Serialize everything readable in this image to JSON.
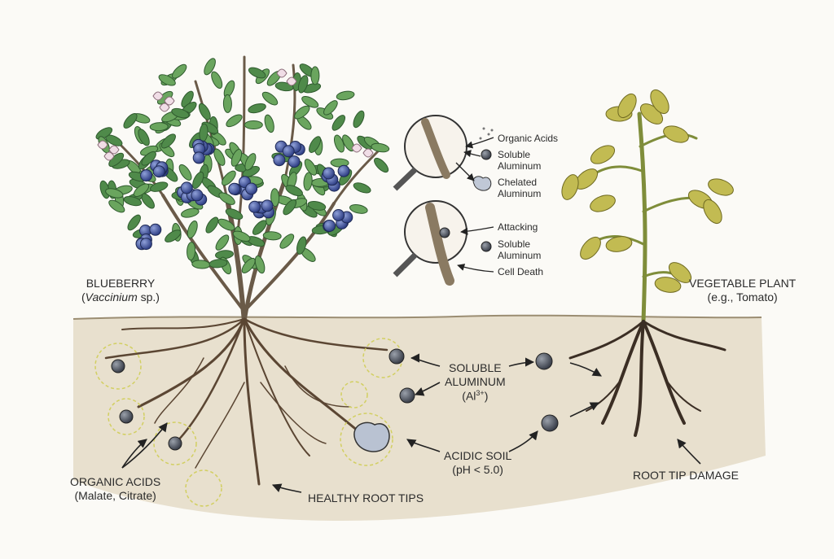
{
  "labels": {
    "blueberry_title": "BLUEBERRY",
    "blueberry_species_italic": "Vaccinium",
    "blueberry_species_suffix": " sp.)",
    "blueberry_species_prefix": "(",
    "vegetable_title": "VEGETABLE PLANT",
    "vegetable_example": "(e.g., Tomato)",
    "soluble_aluminum": "SOLUBLE",
    "soluble_aluminum_2": "ALUMINUM",
    "aluminum_ion_base": "(Al",
    "aluminum_ion_sup": "3+",
    "aluminum_ion_close": ")",
    "acidic_soil": "ACIDIC SOIL",
    "acidic_soil_ph": "(pH < 5.0)",
    "organic_acids": "ORGANIC ACIDS",
    "organic_acids_examples": "(Malate, Citrate)",
    "healthy_root_tips": "HEALTHY ROOT TIPS",
    "root_tip_damage": "ROOT TIP DAMAGE"
  },
  "inset_top": {
    "organic_acids": "Organic Acids",
    "soluble_aluminum_1": "Soluble",
    "soluble_aluminum_2": "Aluminum",
    "chelated_aluminum_1": "Chelated",
    "chelated_aluminum_2": "Aluminum"
  },
  "inset_bottom": {
    "attacking": "Attacking",
    "soluble_aluminum_1": "Soluble",
    "soluble_aluminum_2": "Aluminum",
    "cell_death": "Cell Death"
  },
  "colors": {
    "leaf": "#4f8a4a",
    "berry": "#3d4f93",
    "soil": "#e2d9c6",
    "root": "#5b4633",
    "tomato_leaf": "#b9b24a",
    "glow": "#d6d36a",
    "al_ion": "#4a4f5a"
  }
}
